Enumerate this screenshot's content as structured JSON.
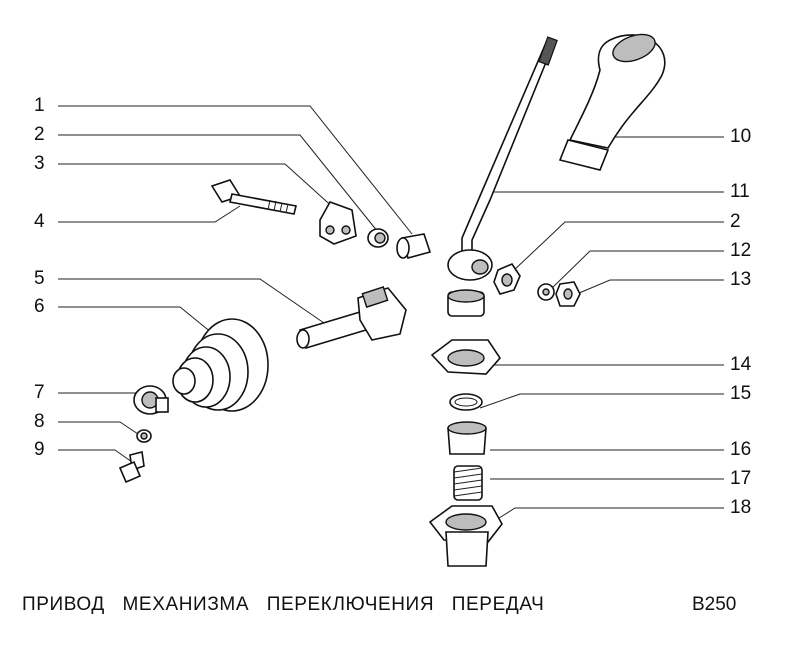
{
  "callouts_left": [
    "1",
    "2",
    "3",
    "4",
    "5",
    "6",
    "7",
    "8",
    "9"
  ],
  "callouts_right": [
    "10",
    "11",
    "2",
    "12",
    "13",
    "14",
    "15",
    "16",
    "17",
    "18"
  ],
  "caption": "ПРИВОД   МЕХАНИЗМА   ПЕРЕКЛЮЧЕНИЯ   ПЕРЕДАЧ",
  "code": "B250"
}
